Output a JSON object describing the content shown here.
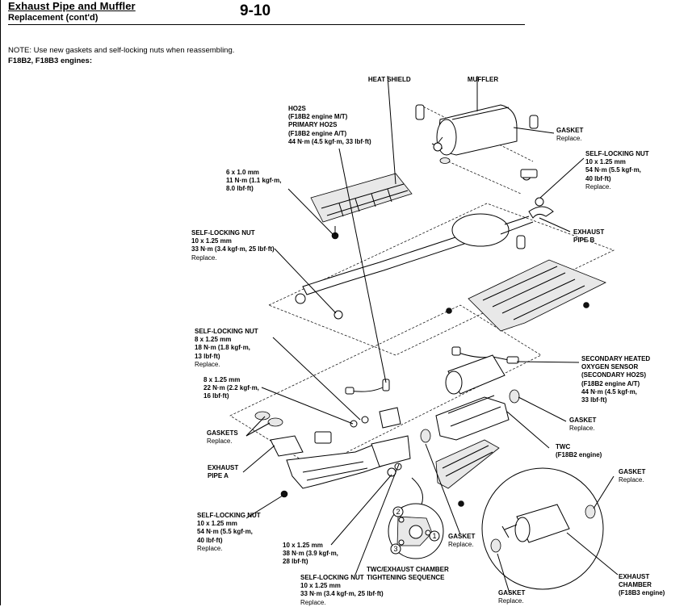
{
  "header": {
    "title": "Exhaust Pipe and Muffler",
    "subtitle": "Replacement (cont'd)",
    "page_number": "9-10"
  },
  "note": "NOTE: Use new gaskets and self-locking nuts when reassembling.",
  "engines": "F18B2, F18B3 engines:",
  "callouts": {
    "heat_shield": {
      "title": "HEAT SHIELD"
    },
    "muffler": {
      "title": "MUFFLER"
    },
    "ho2s": {
      "title": "HO2S",
      "lines": [
        "(F18B2 engine M/T)",
        "PRIMARY HO2S",
        "(F18B2 engine A/T)",
        "44 N·m (4.5 kgf·m, 33 lbf·ft)"
      ]
    },
    "gasket_muffler": {
      "title": "GASKET",
      "lines": [
        "Replace."
      ]
    },
    "self_locking_nut_muffler": {
      "title": "SELF-LOCKING NUT",
      "lines": [
        "10 x 1.25 mm",
        "54 N·m (5.5 kgf·m,",
        "40 lbf·ft)",
        "Replace."
      ]
    },
    "bolt_6mm": {
      "title": "6 x 1.0 mm",
      "lines": [
        "11 N·m (1.1 kgf·m,",
        "8.0 lbf·ft)"
      ]
    },
    "exhaust_pipe_b": {
      "title": "EXHAUST",
      "lines": [
        "PIPE B"
      ]
    },
    "self_locking_nut_pipe_b": {
      "title": "SELF-LOCKING NUT",
      "lines": [
        "10 x 1.25 mm",
        "33 N·m (3.4 kgf·m, 25 lbf·ft)",
        "Replace."
      ]
    },
    "self_locking_nut_8mm": {
      "title": "SELF-LOCKING NUT",
      "lines": [
        "8 x 1.25 mm",
        "18 N·m (1.8 kgf·m,",
        "13 lbf·ft)",
        "Replace."
      ]
    },
    "secondary_ho2s": {
      "title": "SECONDARY HEATED",
      "lines": [
        "OXYGEN SENSOR",
        "(SECONDARY HO2S)",
        "(F18B2 engine A/T)",
        "44 N·m (4.5 kgf·m,",
        "33 lbf·ft)"
      ]
    },
    "bolt_8mm": {
      "title": "8 x 1.25 mm",
      "lines": [
        "22 N·m (2.2 kgf·m,",
        "16 lbf·ft)"
      ]
    },
    "gaskets_left": {
      "title": "GASKETS",
      "lines": [
        "Replace."
      ]
    },
    "gasket_twc": {
      "title": "GASKET",
      "lines": [
        "Replace."
      ]
    },
    "twc": {
      "title": "TWC",
      "lines": [
        "(F18B2 engine)"
      ]
    },
    "exhaust_pipe_a": {
      "title": "EXHAUST",
      "lines": [
        "PIPE A"
      ]
    },
    "gasket_chamber_top": {
      "title": "GASKET",
      "lines": [
        "Replace."
      ]
    },
    "self_locking_nut_pipe_a": {
      "title": "SELF-LOCKING NUT",
      "lines": [
        "10 x 1.25 mm",
        "54 N·m (5.5 kgf·m,",
        "40 lbf·ft)",
        "Replace."
      ]
    },
    "bolt_10mm": {
      "title": "10 x 1.25 mm",
      "lines": [
        "38 N·m (3.9 kgf·m,",
        "28 lbf·ft)"
      ]
    },
    "gasket_center": {
      "title": "GASKET",
      "lines": [
        "Replace."
      ]
    },
    "self_locking_nut_bottom": {
      "title": "SELF-LOCKING NUT",
      "lines": [
        "10 x 1.25 mm",
        "33 N·m (3.4 kgf·m, 25 lbf·ft)",
        "Replace."
      ]
    },
    "tightening_sequence": {
      "title": "TWC/EXHAUST CHAMBER",
      "lines": [
        "TIGHTENING SEQUENCE"
      ]
    },
    "gasket_bottom": {
      "title": "GASKET",
      "lines": [
        "Replace."
      ]
    },
    "exhaust_chamber": {
      "title": "EXHAUST",
      "lines": [
        "CHAMBER",
        "(F18B3 engine)"
      ]
    }
  },
  "sequence_numbers": [
    "1",
    "2",
    "3"
  ]
}
